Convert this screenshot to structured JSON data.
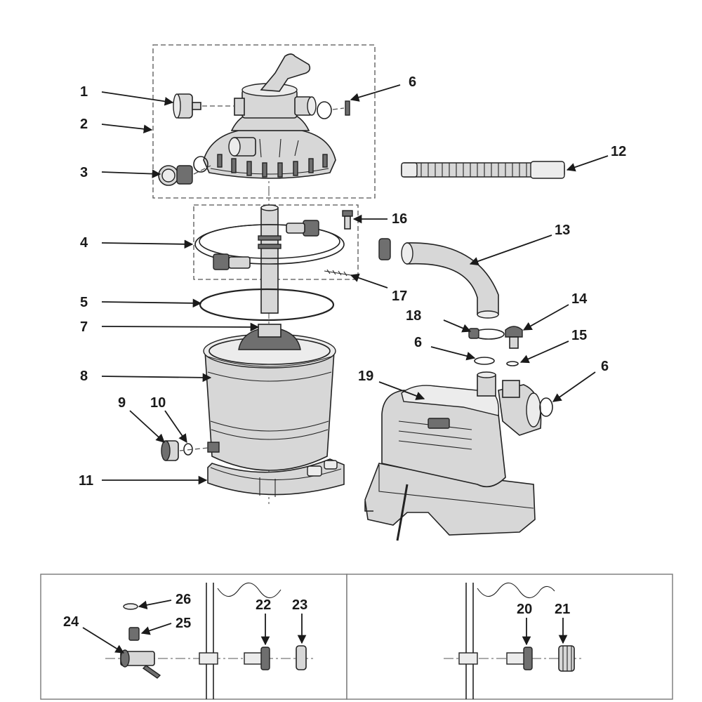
{
  "callouts": [
    {
      "id": "label-1",
      "text": "1"
    },
    {
      "id": "label-2",
      "text": "2"
    },
    {
      "id": "label-3",
      "text": "3"
    },
    {
      "id": "label-4",
      "text": "4"
    },
    {
      "id": "label-5",
      "text": "5"
    },
    {
      "id": "label-6a",
      "text": "6"
    },
    {
      "id": "label-6b",
      "text": "6"
    },
    {
      "id": "label-6c",
      "text": "6"
    },
    {
      "id": "label-7",
      "text": "7"
    },
    {
      "id": "label-8",
      "text": "8"
    },
    {
      "id": "label-9",
      "text": "9"
    },
    {
      "id": "label-10",
      "text": "10"
    },
    {
      "id": "label-11",
      "text": "11"
    },
    {
      "id": "label-12",
      "text": "12"
    },
    {
      "id": "label-13",
      "text": "13"
    },
    {
      "id": "label-14",
      "text": "14"
    },
    {
      "id": "label-15",
      "text": "15"
    },
    {
      "id": "label-16",
      "text": "16"
    },
    {
      "id": "label-17",
      "text": "17"
    },
    {
      "id": "label-18",
      "text": "18"
    },
    {
      "id": "label-19",
      "text": "19"
    },
    {
      "id": "label-20",
      "text": "20"
    },
    {
      "id": "label-21",
      "text": "21"
    },
    {
      "id": "label-22",
      "text": "22"
    },
    {
      "id": "label-23",
      "text": "23"
    },
    {
      "id": "label-24",
      "text": "24"
    },
    {
      "id": "label-25",
      "text": "25"
    },
    {
      "id": "label-26",
      "text": "26"
    }
  ],
  "colors": {
    "line": "#222222",
    "fill": "#d7d7d7",
    "dark_fill": "#6f6f6f",
    "background": "#ffffff"
  }
}
